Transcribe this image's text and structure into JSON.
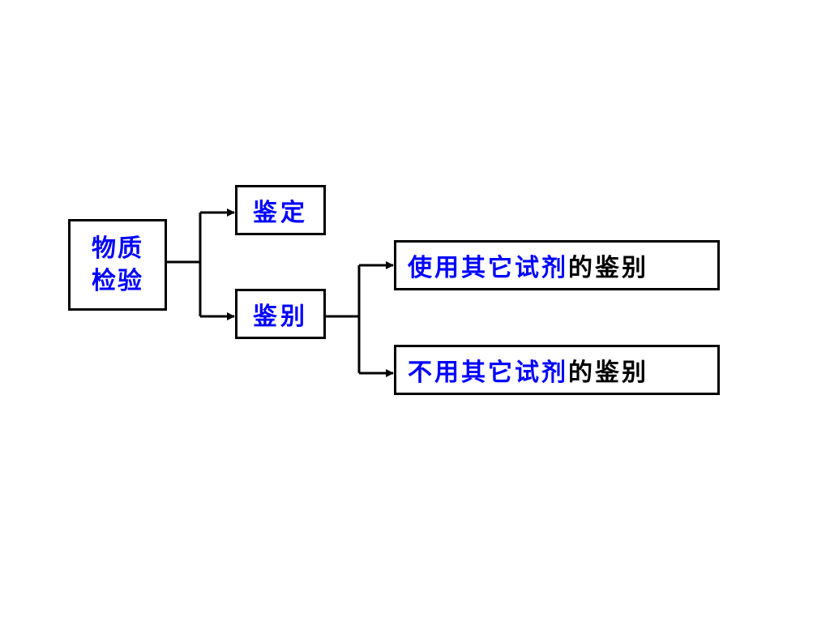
{
  "root": {
    "line1": "物质",
    "line2": "检验"
  },
  "branch_confirm": "鉴定",
  "branch_identify": "鉴别",
  "sub_with_reagent": {
    "highlight": "使用其它试剂",
    "suffix": "的鉴别"
  },
  "sub_without_reagent": {
    "highlight": "不用其它试剂",
    "suffix": "的鉴别"
  },
  "colors": {
    "highlight_text": "#0000ff",
    "normal_text": "#000000",
    "lines": "#000000"
  }
}
